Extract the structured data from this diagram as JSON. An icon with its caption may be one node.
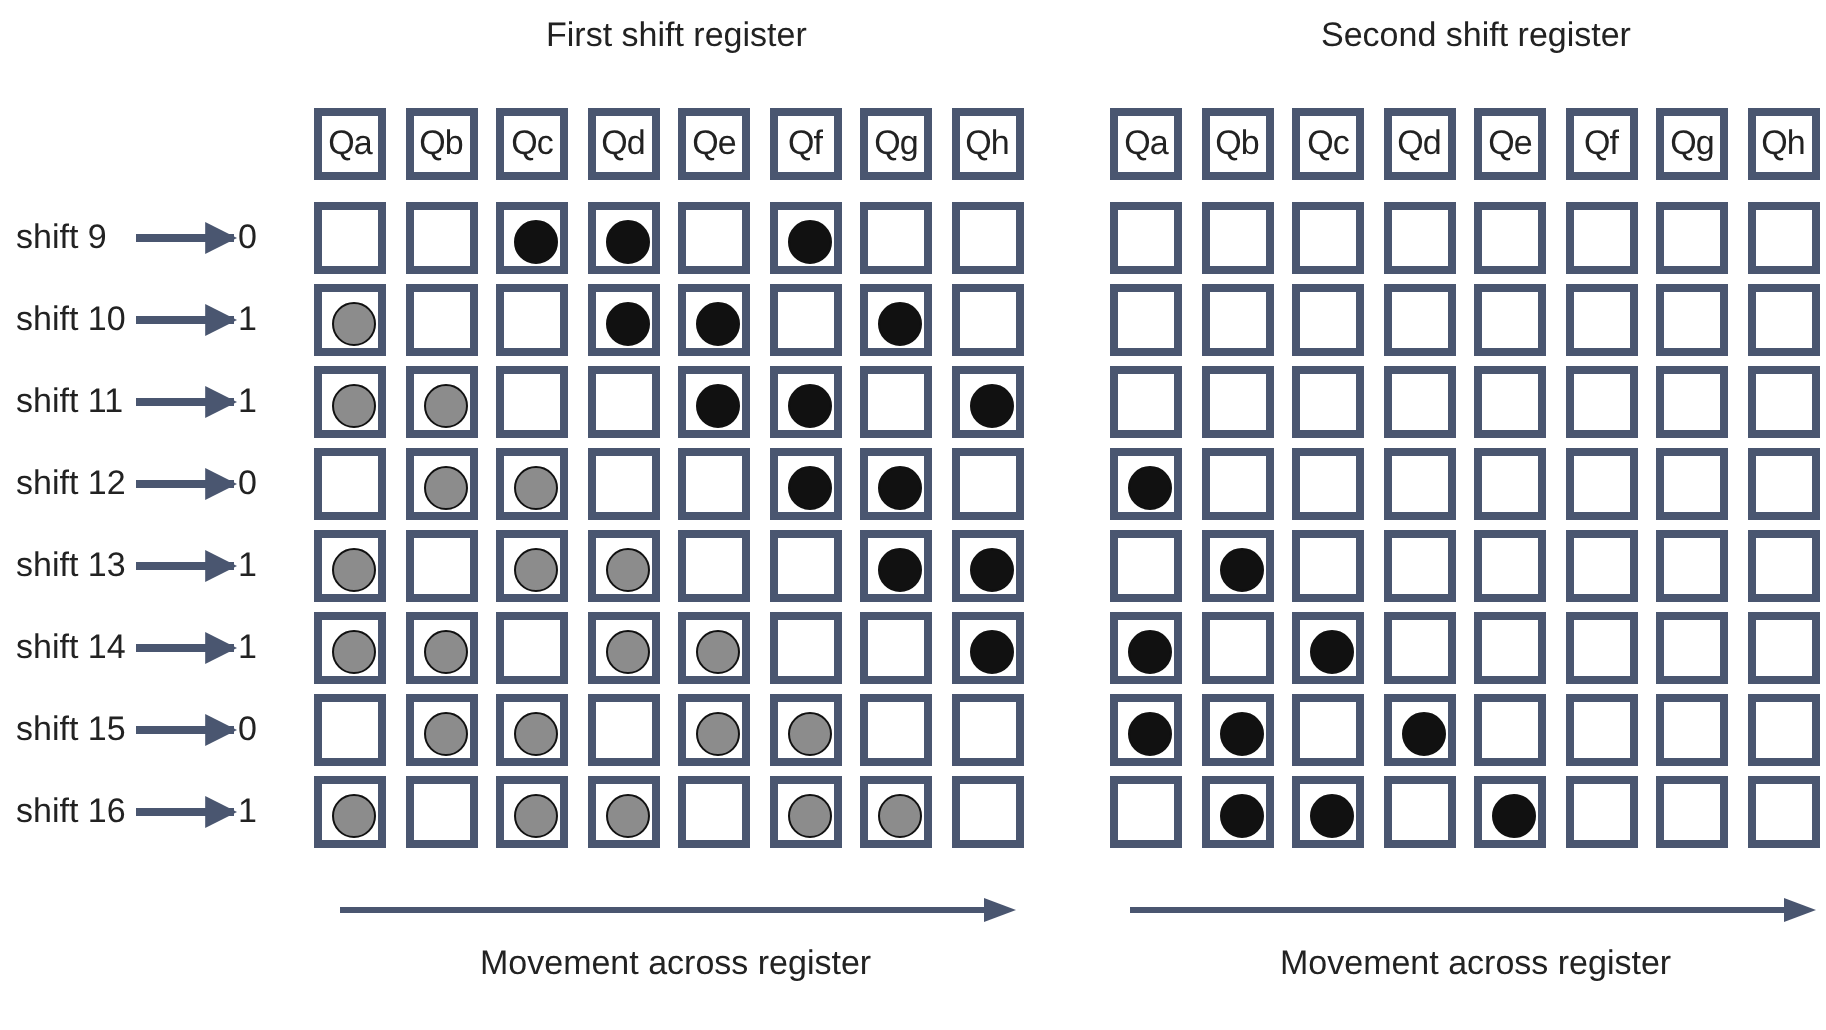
{
  "diagram": {
    "nodes": [
      {
        "text": [
          "Qa"
        ]
      },
      {
        "text": [
          "Qb"
        ]
      },
      {
        "text": [
          "Qc"
        ]
      },
      {
        "text": [
          "Qd"
        ]
      },
      {
        "text": [
          "Qe"
        ]
      },
      {
        "text": [
          "Qf"
        ]
      },
      {
        "text": [
          "Qg"
        ]
      },
      {
        "text": [
          "Qh"
        ]
      },
      {
        "text": [
          "Qa"
        ]
      },
      {
        "text": [
          "Qb"
        ]
      },
      {
        "text": [
          "Qc"
        ]
      },
      {
        "text": [
          "Qd"
        ]
      },
      {
        "text": [
          "Qe"
        ]
      },
      {
        "text": [
          "Qf"
        ]
      },
      {
        "text": [
          "Qg"
        ]
      },
      {
        "text": [
          "Qh"
        ]
      },
      {
        "text": [
          "shift 9"
        ]
      },
      {
        "text": [
          "0"
        ]
      },
      {
        "text": [],
        "shape": "box"
      },
      {
        "text": [],
        "shape": "box"
      },
      {
        "text": [],
        "shape": "box"
      },
      {
        "text": [],
        "shape": "circle",
        "in": 20
      },
      {
        "text": [],
        "shape": "box"
      },
      {
        "text": [],
        "shape": "circle",
        "in": 22
      },
      {
        "text": [],
        "shape": "box"
      },
      {
        "text": [],
        "shape": "box"
      },
      {
        "text": [],
        "shape": "circle",
        "in": 25
      },
      {
        "text": [],
        "shape": "box"
      },
      {
        "text": [],
        "shape": "box"
      },
      {
        "text": [],
        "shape": "box"
      },
      {
        "text": [],
        "shape": "box"
      },
      {
        "text": [],
        "shape": "box"
      },
      {
        "text": [],
        "shape": "box"
      },
      {
        "text": [],
        "shape": "box"
      },
      {
        "text": [],
        "shape": "box"
      },
      {
        "text": [],
        "shape": "box"
      },
      {
        "text": [],
        "shape": "box"
      },
      {
        "text": [
          "shift 10"
        ]
      },
      {
        "text": [
          "1"
        ]
      },
      {
        "text": [],
        "shape": "box"
      },
      {
        "text": [],
        "shape": "circle",
        "in": 39
      },
      {
        "text": [],
        "shape": "box"
      },
      {
        "text": [],
        "shape": "box"
      },
      {
        "text": [],
        "shape": "box"
      },
      {
        "text": [],
        "shape": "circle",
        "in": 43
      },
      {
        "text": [],
        "shape": "box"
      },
      {
        "text": [],
        "shape": "circle",
        "in": 45
      },
      {
        "text": [],
        "shape": "box"
      },
      {
        "text": [],
        "shape": "box"
      },
      {
        "text": [],
        "shape": "circle",
        "in": 48
      },
      {
        "text": [],
        "shape": "box"
      },
      {
        "text": [],
        "shape": "box"
      },
      {
        "text": [],
        "shape": "box"
      },
      {
        "text": [],
        "shape": "box"
      },
      {
        "text": [],
        "shape": "box"
      },
      {
        "text": [],
        "shape": "box"
      },
      {
        "text": [],
        "shape": "box"
      },
      {
        "text": [],
        "shape": "box"
      },
      {
        "text": [],
        "shape": "box"
      },
      {
        "text": [
          "shift 11"
        ]
      },
      {
        "text": [
          "1"
        ]
      },
      {
        "text": [],
        "shape": "box"
      },
      {
        "text": [],
        "shape": "circle",
        "in": 61
      },
      {
        "text": [],
        "shape": "box"
      },
      {
        "text": [],
        "shape": "circle",
        "in": 63
      },
      {
        "text": [],
        "shape": "box"
      },
      {
        "text": [],
        "shape": "box"
      },
      {
        "text": [],
        "shape": "box"
      },
      {
        "text": [],
        "shape": "circle",
        "in": 67
      },
      {
        "text": [],
        "shape": "box"
      },
      {
        "text": [],
        "shape": "circle",
        "in": 69
      },
      {
        "text": [],
        "shape": "box"
      },
      {
        "text": [],
        "shape": "box"
      },
      {
        "text": [],
        "shape": "circle",
        "in": 72
      },
      {
        "text": [],
        "shape": "box"
      },
      {
        "text": [],
        "shape": "box"
      },
      {
        "text": [],
        "shape": "box"
      },
      {
        "text": [],
        "shape": "box"
      },
      {
        "text": [],
        "shape": "box"
      },
      {
        "text": [],
        "shape": "box"
      },
      {
        "text": [],
        "shape": "box"
      },
      {
        "text": [],
        "shape": "box"
      },
      {
        "text": [
          "shift 12"
        ]
      },
      {
        "text": [
          "0"
        ]
      },
      {
        "text": [],
        "shape": "box"
      },
      {
        "text": [],
        "shape": "box"
      },
      {
        "text": [],
        "shape": "circle",
        "in": 85
      },
      {
        "text": [],
        "shape": "box"
      },
      {
        "text": [],
        "shape": "circle",
        "in": 87
      },
      {
        "text": [],
        "shape": "box"
      },
      {
        "text": [],
        "shape": "box"
      },
      {
        "text": [],
        "shape": "box"
      },
      {
        "text": [],
        "shape": "circle",
        "in": 91
      },
      {
        "text": [],
        "shape": "box"
      },
      {
        "text": [],
        "shape": "circle",
        "in": 93
      },
      {
        "text": [],
        "shape": "box"
      },
      {
        "text": [],
        "shape": "box"
      },
      {
        "text": [],
        "shape": "circle",
        "in": 96
      },
      {
        "text": [],
        "shape": "box"
      },
      {
        "text": [],
        "shape": "box"
      },
      {
        "text": [],
        "shape": "box"
      },
      {
        "text": [],
        "shape": "box"
      },
      {
        "text": [],
        "shape": "box"
      },
      {
        "text": [],
        "shape": "box"
      },
      {
        "text": [],
        "shape": "box"
      },
      {
        "text": [
          "shift 13"
        ]
      },
      {
        "text": [
          "1"
        ]
      },
      {
        "text": [],
        "shape": "box"
      },
      {
        "text": [],
        "shape": "circle",
        "in": 107
      },
      {
        "text": [],
        "shape": "box"
      },
      {
        "text": [],
        "shape": "box"
      },
      {
        "text": [],
        "shape": "circle",
        "in": 110
      },
      {
        "text": [],
        "shape": "box"
      },
      {
        "text": [],
        "shape": "circle",
        "in": 112
      },
      {
        "text": [],
        "shape": "box"
      },
      {
        "text": [],
        "shape": "box"
      },
      {
        "text": [],
        "shape": "box"
      },
      {
        "text": [],
        "shape": "circle",
        "in": 116
      },
      {
        "text": [],
        "shape": "box"
      },
      {
        "text": [],
        "shape": "circle",
        "in": 118
      },
      {
        "text": [],
        "shape": "box"
      },
      {
        "text": [],
        "shape": "box"
      },
      {
        "text": [],
        "shape": "circle",
        "in": 121
      },
      {
        "text": [],
        "shape": "box"
      },
      {
        "text": [],
        "shape": "box"
      },
      {
        "text": [],
        "shape": "box"
      },
      {
        "text": [],
        "shape": "box"
      },
      {
        "text": [],
        "shape": "box"
      },
      {
        "text": [],
        "shape": "box"
      },
      {
        "text": [
          "shift 14"
        ]
      },
      {
        "text": [
          "1"
        ]
      },
      {
        "text": [],
        "shape": "box"
      },
      {
        "text": [],
        "shape": "circle",
        "in": 131
      },
      {
        "text": [],
        "shape": "box"
      },
      {
        "text": [],
        "shape": "circle",
        "in": 133
      },
      {
        "text": [],
        "shape": "box"
      },
      {
        "text": [],
        "shape": "box"
      },
      {
        "text": [],
        "shape": "circle",
        "in": 136
      },
      {
        "text": [],
        "shape": "box"
      },
      {
        "text": [],
        "shape": "circle",
        "in": 138
      },
      {
        "text": [],
        "shape": "box"
      },
      {
        "text": [],
        "shape": "box"
      },
      {
        "text": [],
        "shape": "box"
      },
      {
        "text": [],
        "shape": "circle",
        "in": 142
      },
      {
        "text": [],
        "shape": "box"
      },
      {
        "text": [],
        "shape": "circle",
        "in": 144
      },
      {
        "text": [],
        "shape": "box"
      },
      {
        "text": [],
        "shape": "box"
      },
      {
        "text": [],
        "shape": "circle",
        "in": 147
      },
      {
        "text": [],
        "shape": "box"
      },
      {
        "text": [],
        "shape": "box"
      },
      {
        "text": [],
        "shape": "box"
      },
      {
        "text": [],
        "shape": "box"
      },
      {
        "text": [],
        "shape": "box"
      },
      {
        "text": [
          "shift 15"
        ]
      },
      {
        "text": [
          "0"
        ]
      },
      {
        "text": [],
        "shape": "box"
      },
      {
        "text": [],
        "shape": "box"
      },
      {
        "text": [],
        "shape": "circle",
        "in": 157
      },
      {
        "text": [],
        "shape": "box"
      },
      {
        "text": [],
        "shape": "circle",
        "in": 159
      },
      {
        "text": [],
        "shape": "box"
      },
      {
        "text": [],
        "shape": "box"
      },
      {
        "text": [],
        "shape": "circle",
        "in": 162
      },
      {
        "text": [],
        "shape": "box"
      },
      {
        "text": [],
        "shape": "circle",
        "in": 164
      },
      {
        "text": [],
        "shape": "box"
      },
      {
        "text": [],
        "shape": "box"
      },
      {
        "text": [],
        "shape": "box"
      },
      {
        "text": [],
        "shape": "circle",
        "in": 168
      },
      {
        "text": [],
        "shape": "box"
      },
      {
        "text": [],
        "shape": "circle",
        "in": 170
      },
      {
        "text": [],
        "shape": "box"
      },
      {
        "text": [],
        "shape": "box"
      },
      {
        "text": [],
        "shape": "circle",
        "in": 173
      },
      {
        "text": [],
        "shape": "box"
      },
      {
        "text": [],
        "shape": "box"
      },
      {
        "text": [],
        "shape": "box"
      },
      {
        "text": [],
        "shape": "box"
      },
      {
        "text": [
          "shift 16"
        ]
      },
      {
        "text": [
          "1"
        ]
      },
      {
        "text": [],
        "shape": "box"
      },
      {
        "text": [],
        "shape": "circle",
        "in": 181
      },
      {
        "text": [],
        "shape": "box"
      },
      {
        "text": [],
        "shape": "box"
      },
      {
        "text": [],
        "shape": "circle",
        "in": 184
      },
      {
        "text": [],
        "shape": "box"
      },
      {
        "text": [],
        "shape": "circle",
        "in": 186
      },
      {
        "text": [],
        "shape": "box"
      },
      {
        "text": [],
        "shape": "box"
      },
      {
        "text": [],
        "shape": "circle",
        "in": 189
      },
      {
        "text": [],
        "shape": "box"
      },
      {
        "text": [],
        "shape": "circle",
        "in": 191
      },
      {
        "text": [],
        "shape": "box"
      },
      {
        "text": [],
        "shape": "box"
      },
      {
        "text": [],
        "shape": "box"
      },
      {
        "text": [],
        "shape": "circle",
        "in": 195
      },
      {
        "text": [],
        "shape": "box"
      },
      {
        "text": [],
        "shape": "circle",
        "in": 197
      },
      {
        "text": [],
        "shape": "box"
      },
      {
        "text": [],
        "shape": "box"
      },
      {
        "text": [],
        "shape": "circle",
        "in": 200
      },
      {
        "text": [],
        "shape": "box"
      },
      {
        "text": [],
        "shape": "box"
      },
      {
        "text": [],
        "shape": "box"
      }
    ],
    "edges": [
      {
        "from": 16,
        "to": 17,
        "arrow": "to"
      },
      {
        "from": 37,
        "to": 38,
        "arrow": "to"
      },
      {
        "from": 59,
        "to": 60,
        "arrow": "to"
      },
      {
        "from": 82,
        "to": 83,
        "arrow": "to"
      },
      {
        "from": 105,
        "to": 106,
        "arrow": "to"
      },
      {
        "from": 129,
        "to": 130,
        "arrow": "to"
      },
      {
        "from": 154,
        "to": 155,
        "arrow": "to"
      },
      {
        "from": 179,
        "to": 180,
        "arrow": "to"
      }
    ],
    "labels": [
      "First shift register",
      "Second shift register",
      "Movement across register",
      "Movement across register"
    ]
  }
}
